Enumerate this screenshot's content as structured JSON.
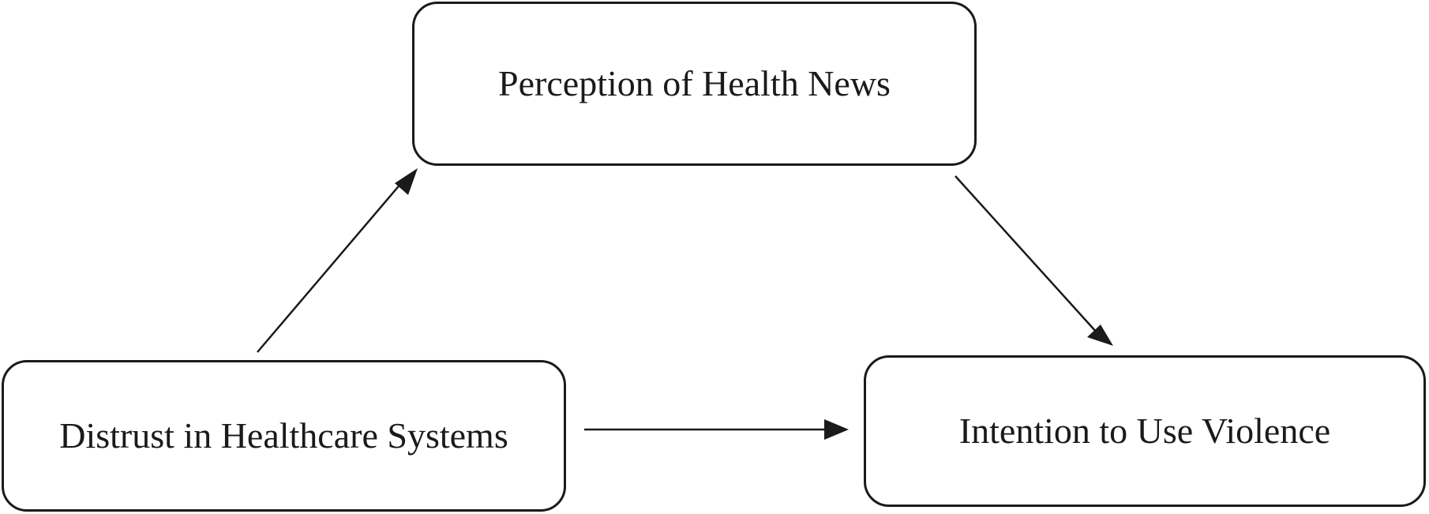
{
  "diagram": {
    "nodes": {
      "mediator": {
        "label": "Perception of Health News"
      },
      "predictor": {
        "label": "Distrust in Healthcare Systems"
      },
      "outcome": {
        "label": "Intention to Use Violence"
      }
    },
    "edges": [
      {
        "from": "Distrust in Healthcare Systems",
        "to": "Perception of Health News"
      },
      {
        "from": "Perception of Health News",
        "to": "Intention to Use Violence"
      },
      {
        "from": "Distrust in Healthcare Systems",
        "to": "Intention to Use Violence"
      }
    ],
    "colors": {
      "stroke": "#1a1a1a",
      "background": "#ffffff"
    }
  }
}
